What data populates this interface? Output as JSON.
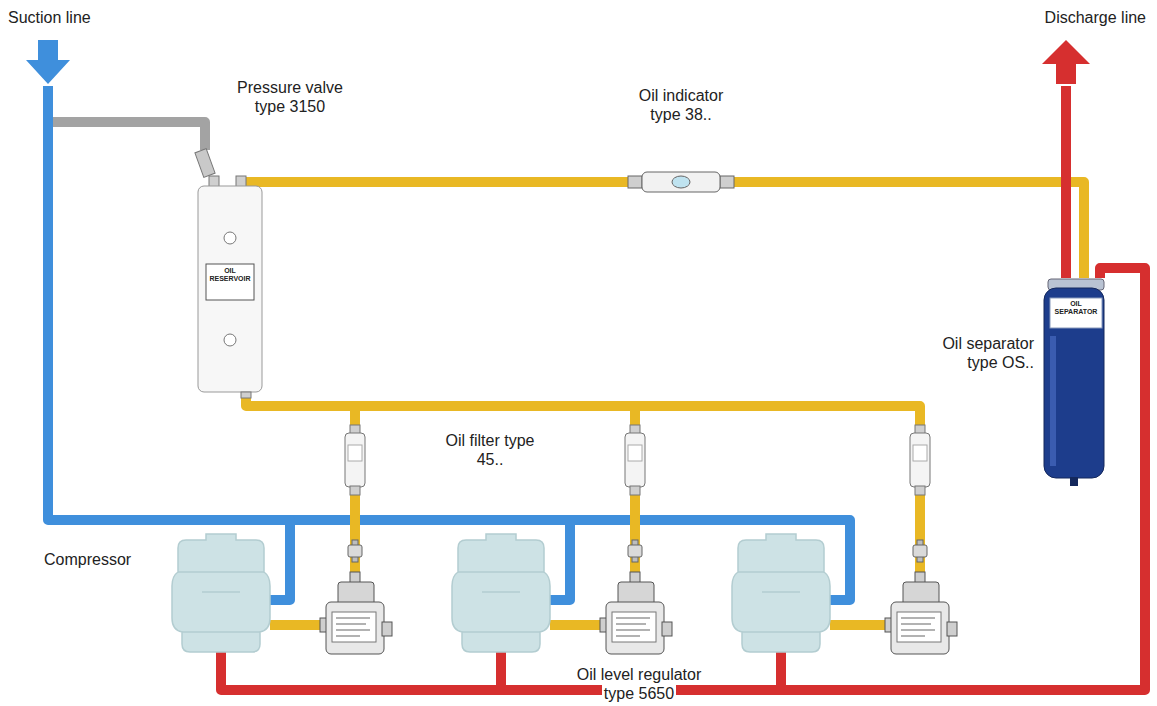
{
  "diagram": {
    "nodes": [
      {
        "text": [
          "Suction line"
        ]
      },
      {
        "text": [
          "Discharge line"
        ]
      },
      {
        "text": [
          "Pressure valve type 3150"
        ]
      },
      {
        "text": [
          "Oil indicator type 38.."
        ]
      },
      {
        "text": [
          "Oil separator type OS.."
        ]
      },
      {
        "text": [
          "Oil filter type 45.."
        ]
      },
      {
        "text": [
          "Compressor"
        ]
      },
      {
        "text": [
          "Oil level regulator type 5650"
        ]
      }
    ],
    "edges": [
      {
        "from": 0,
        "to": 2,
        "arrow": "none"
      },
      {
        "from": 0,
        "to": 6,
        "arrow": "none"
      },
      {
        "from": 2,
        "to": 3,
        "arrow": "none"
      },
      {
        "from": 3,
        "to": 4,
        "arrow": "none"
      },
      {
        "from": 2,
        "to": 5,
        "arrow": "none"
      },
      {
        "from": 5,
        "to": 7,
        "arrow": "none"
      },
      {
        "from": 6,
        "to": 4,
        "arrow": "none"
      },
      {
        "from": 4,
        "to": 1,
        "arrow": "none"
      }
    ],
    "labels": [
      "OIL RESERVOIR",
      "OIL SEPARATOR"
    ]
  }
}
